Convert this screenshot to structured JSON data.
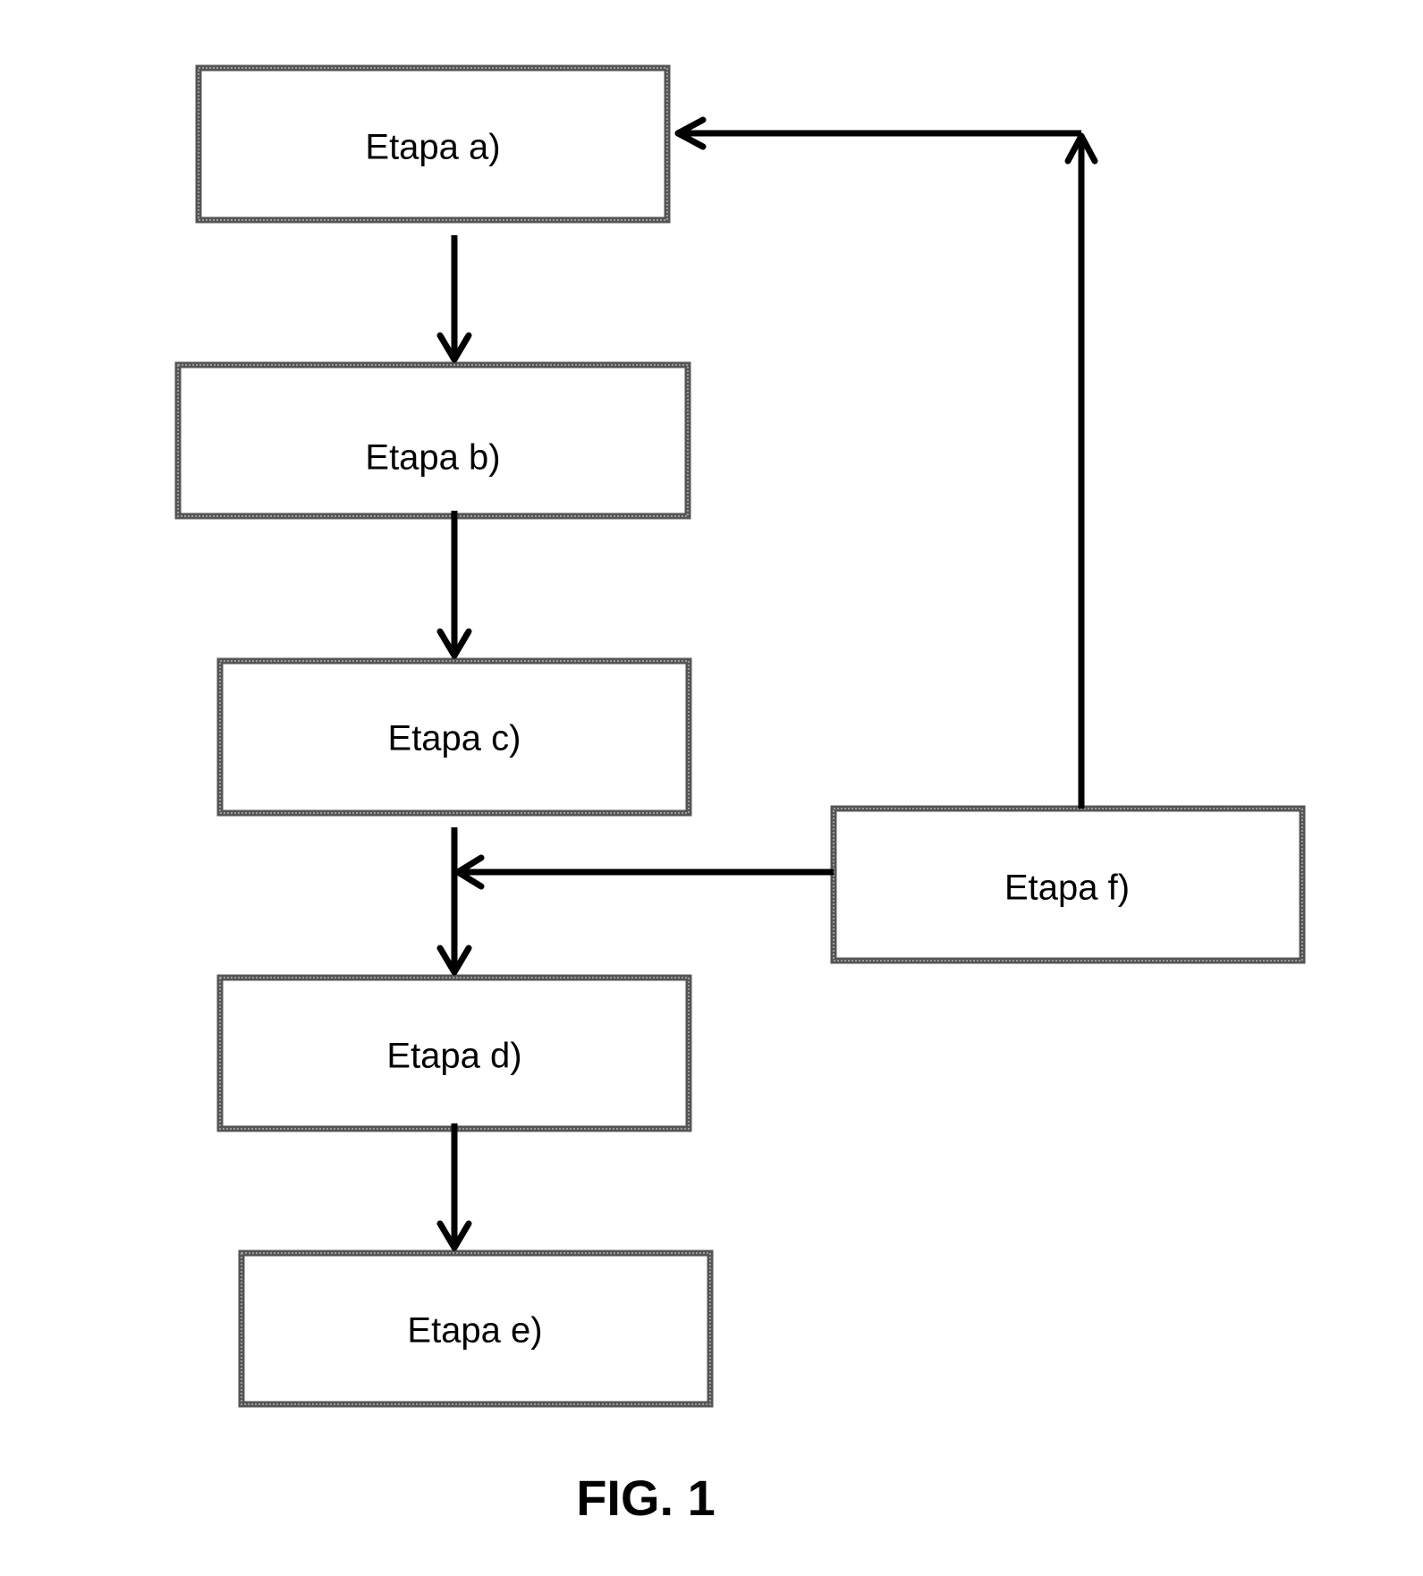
{
  "steps": {
    "a": "Etapa a)",
    "b": "Etapa b)",
    "c": "Etapa c)",
    "d": "Etapa d)",
    "e": "Etapa e)",
    "f": "Etapa f)"
  },
  "figure_label": "FIG. 1"
}
